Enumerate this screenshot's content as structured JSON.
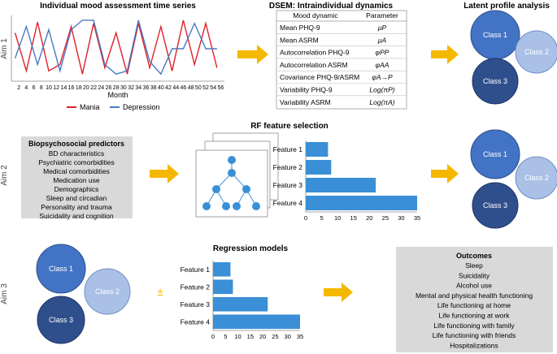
{
  "aim1": {
    "label": "Aim 1",
    "timeseries": {
      "title": "Individual mood assessment time series",
      "xlabel": "Month",
      "legend": [
        "Mania",
        "Depression"
      ]
    },
    "dsem": {
      "title": "DSEM: Intraindividual dynamics",
      "col_headers": [
        "Mood dynamic",
        "Parameter"
      ],
      "rows": [
        {
          "name": "Mean PHQ-9",
          "param": "μP"
        },
        {
          "name": "Mean ASRM",
          "param": "μA"
        },
        {
          "name": "Autocorrelation PHQ-9",
          "param": "φPP"
        },
        {
          "name": "Autocorrelation ASRM",
          "param": "φAA"
        },
        {
          "name": "Covariance PHQ-9/ASRM",
          "param": "φA→P"
        },
        {
          "name": "Variability PHQ-9",
          "param": "Log(πP)"
        },
        {
          "name": "Variability ASRM",
          "param": "Log(πA)"
        }
      ]
    },
    "lpa": {
      "title": "Latent profile analysis",
      "classes": [
        "Class 1",
        "Class 2",
        "Class 3"
      ]
    }
  },
  "aim2": {
    "label": "Aim 2",
    "predictors": {
      "title": "Biopsychosocial predictors",
      "items": [
        "BD characteristics",
        "Psychiatric comorbidities",
        "Medical comorbidities",
        "Medication use",
        "Demographics",
        "Sleep and circadian",
        "Personality and trauma",
        "Suicidality and cognition"
      ]
    },
    "rf": {
      "title": "RF feature selection"
    },
    "classes": [
      "Class 1",
      "Class 2",
      "Class 3"
    ]
  },
  "aim3": {
    "label": "Aim 3",
    "classes": [
      "Class 1",
      "Class 2",
      "Class 3"
    ],
    "plusminus": "±",
    "regression": {
      "title": "Regression models"
    },
    "outcomes": {
      "title": "Outcomes",
      "items": [
        "Sleep",
        "Suicidality",
        "Alcohol use",
        "Mental and physical health functioning",
        "Life functioning at home",
        "Life functioning at work",
        "Life functioning with family",
        "Life functioning with friends",
        "Hospitalizations"
      ]
    }
  },
  "chart_data": [
    {
      "type": "line",
      "title": "Individual mood assessment time series",
      "xlabel": "Month",
      "x_ticks": [
        2,
        4,
        6,
        8,
        10,
        12,
        14,
        16,
        18,
        20,
        22,
        24,
        26,
        28,
        30,
        32,
        34,
        36,
        38,
        40,
        42,
        44,
        46,
        48,
        50,
        52,
        54,
        56
      ],
      "x": [
        1,
        4,
        7,
        10,
        13,
        16,
        19,
        22,
        25,
        28,
        31,
        34,
        37,
        40,
        43,
        46,
        49,
        52,
        55
      ],
      "series": [
        {
          "name": "Mania",
          "color": "#e0202c",
          "values": [
            0.75,
            0.15,
            0.92,
            0.15,
            0.25,
            0.85,
            0.1,
            0.9,
            0.2,
            0.75,
            0.1,
            0.9,
            0.2,
            0.85,
            0.15,
            0.95,
            0.25,
            0.9,
            0.2
          ]
        },
        {
          "name": "Depression",
          "color": "#4a78c4",
          "values": [
            0.35,
            0.85,
            0.25,
            0.8,
            0.15,
            0.8,
            0.95,
            0.95,
            0.25,
            0.1,
            0.15,
            0.95,
            0.3,
            0.1,
            0.5,
            0.5,
            0.9,
            0.5,
            0.5
          ]
        }
      ]
    },
    {
      "type": "bar",
      "orientation": "horizontal",
      "title": "RF feature selection",
      "categories": [
        "Feature 1",
        "Feature 2",
        "Feature 3",
        "Feature 4"
      ],
      "values": [
        7,
        8,
        22,
        35
      ],
      "xlim": [
        0,
        35
      ],
      "x_ticks": [
        0,
        5,
        10,
        15,
        20,
        25,
        30,
        35
      ],
      "color": "#3a8fd6"
    },
    {
      "type": "bar",
      "orientation": "horizontal",
      "title": "Regression models",
      "categories": [
        "Feature 1",
        "Feature 2",
        "Feature 3",
        "Feature 4"
      ],
      "values": [
        7,
        8,
        22,
        35
      ],
      "xlim": [
        0,
        35
      ],
      "x_ticks": [
        0,
        5,
        10,
        15,
        20,
        25,
        30,
        35
      ],
      "color": "#3a8fd6"
    }
  ]
}
